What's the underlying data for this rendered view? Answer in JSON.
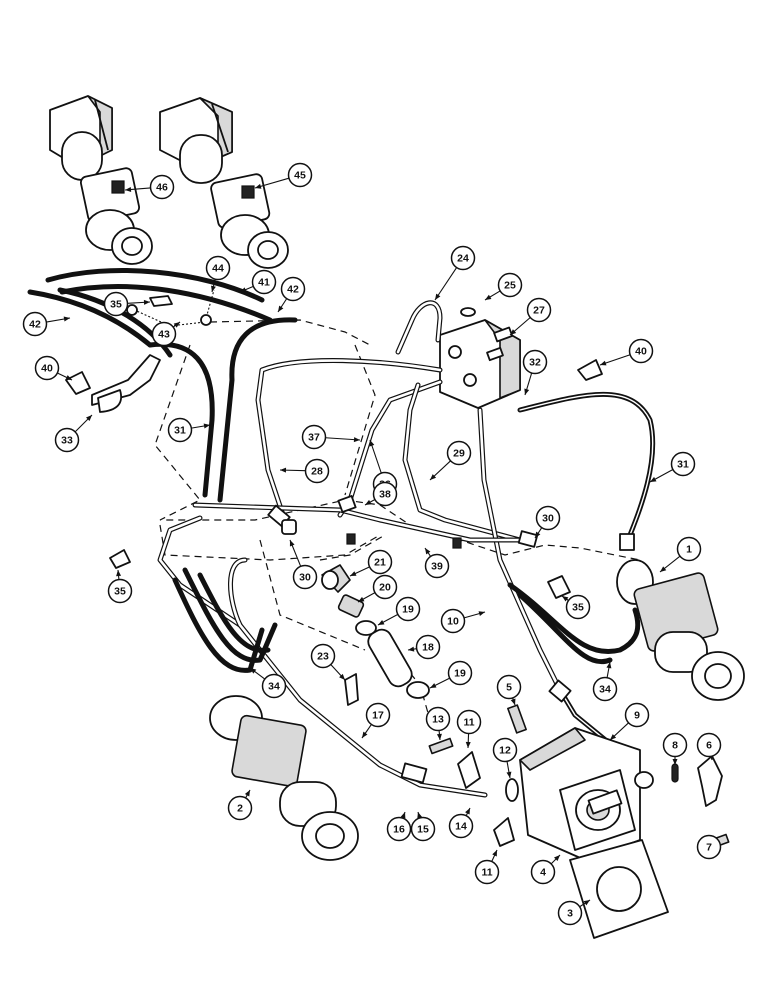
{
  "callouts": [
    {
      "id": "c1",
      "label": "1"
    },
    {
      "id": "c2",
      "label": "2"
    },
    {
      "id": "c3",
      "label": "3"
    },
    {
      "id": "c4",
      "label": "4"
    },
    {
      "id": "c5",
      "label": "5"
    },
    {
      "id": "c6",
      "label": "6"
    },
    {
      "id": "c7",
      "label": "7"
    },
    {
      "id": "c8",
      "label": "8"
    },
    {
      "id": "c9",
      "label": "9"
    },
    {
      "id": "c10",
      "label": "10"
    },
    {
      "id": "c11a",
      "label": "11"
    },
    {
      "id": "c11b",
      "label": "11"
    },
    {
      "id": "c12",
      "label": "12"
    },
    {
      "id": "c13",
      "label": "13"
    },
    {
      "id": "c14",
      "label": "14"
    },
    {
      "id": "c15",
      "label": "15"
    },
    {
      "id": "c16",
      "label": "16"
    },
    {
      "id": "c17",
      "label": "17"
    },
    {
      "id": "c18",
      "label": "18"
    },
    {
      "id": "c19a",
      "label": "19"
    },
    {
      "id": "c19b",
      "label": "19"
    },
    {
      "id": "c20",
      "label": "20"
    },
    {
      "id": "c21",
      "label": "21"
    },
    {
      "id": "c23",
      "label": "23"
    },
    {
      "id": "c24",
      "label": "24"
    },
    {
      "id": "c25",
      "label": "25"
    },
    {
      "id": "c27",
      "label": "27"
    },
    {
      "id": "c28",
      "label": "28"
    },
    {
      "id": "c29",
      "label": "29"
    },
    {
      "id": "c30a",
      "label": "30"
    },
    {
      "id": "c30b",
      "label": "30"
    },
    {
      "id": "c31a",
      "label": "31"
    },
    {
      "id": "c31b",
      "label": "31"
    },
    {
      "id": "c32",
      "label": "32"
    },
    {
      "id": "c33",
      "label": "33"
    },
    {
      "id": "c34a",
      "label": "34"
    },
    {
      "id": "c34b",
      "label": "34"
    },
    {
      "id": "c35a",
      "label": "35"
    },
    {
      "id": "c35b",
      "label": "35"
    },
    {
      "id": "c35c",
      "label": "35"
    },
    {
      "id": "c36",
      "label": "36"
    },
    {
      "id": "c37",
      "label": "37"
    },
    {
      "id": "c38",
      "label": "38"
    },
    {
      "id": "c39",
      "label": "39"
    },
    {
      "id": "c40a",
      "label": "40"
    },
    {
      "id": "c40b",
      "label": "40"
    },
    {
      "id": "c41",
      "label": "41"
    },
    {
      "id": "c42a",
      "label": "42"
    },
    {
      "id": "c42b",
      "label": "42"
    },
    {
      "id": "c43",
      "label": "43"
    },
    {
      "id": "c44",
      "label": "44"
    },
    {
      "id": "c45",
      "label": "45"
    },
    {
      "id": "c46",
      "label": "46"
    }
  ]
}
